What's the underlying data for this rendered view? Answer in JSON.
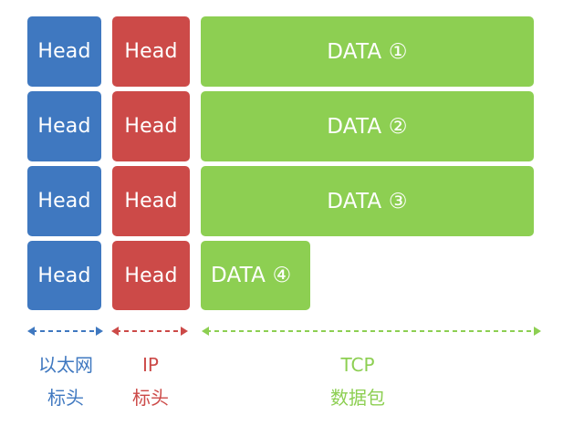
{
  "colors": {
    "ethernet": "#3f78c0",
    "ip": "#cc4a48",
    "tcp": "#8dcf52"
  },
  "rows": [
    {
      "eth_head": "Head",
      "ip_head": "Head",
      "data": "DATA ①"
    },
    {
      "eth_head": "Head",
      "ip_head": "Head",
      "data": "DATA ②"
    },
    {
      "eth_head": "Head",
      "ip_head": "Head",
      "data": "DATA ③"
    },
    {
      "eth_head": "Head",
      "ip_head": "Head",
      "data": "DATA ④"
    }
  ],
  "labels": {
    "ethernet": {
      "line1": "以太网",
      "line2": "标头"
    },
    "ip": {
      "line1": "IP",
      "line2": "标头"
    },
    "tcp": {
      "line1": "TCP",
      "line2": "数据包"
    }
  }
}
